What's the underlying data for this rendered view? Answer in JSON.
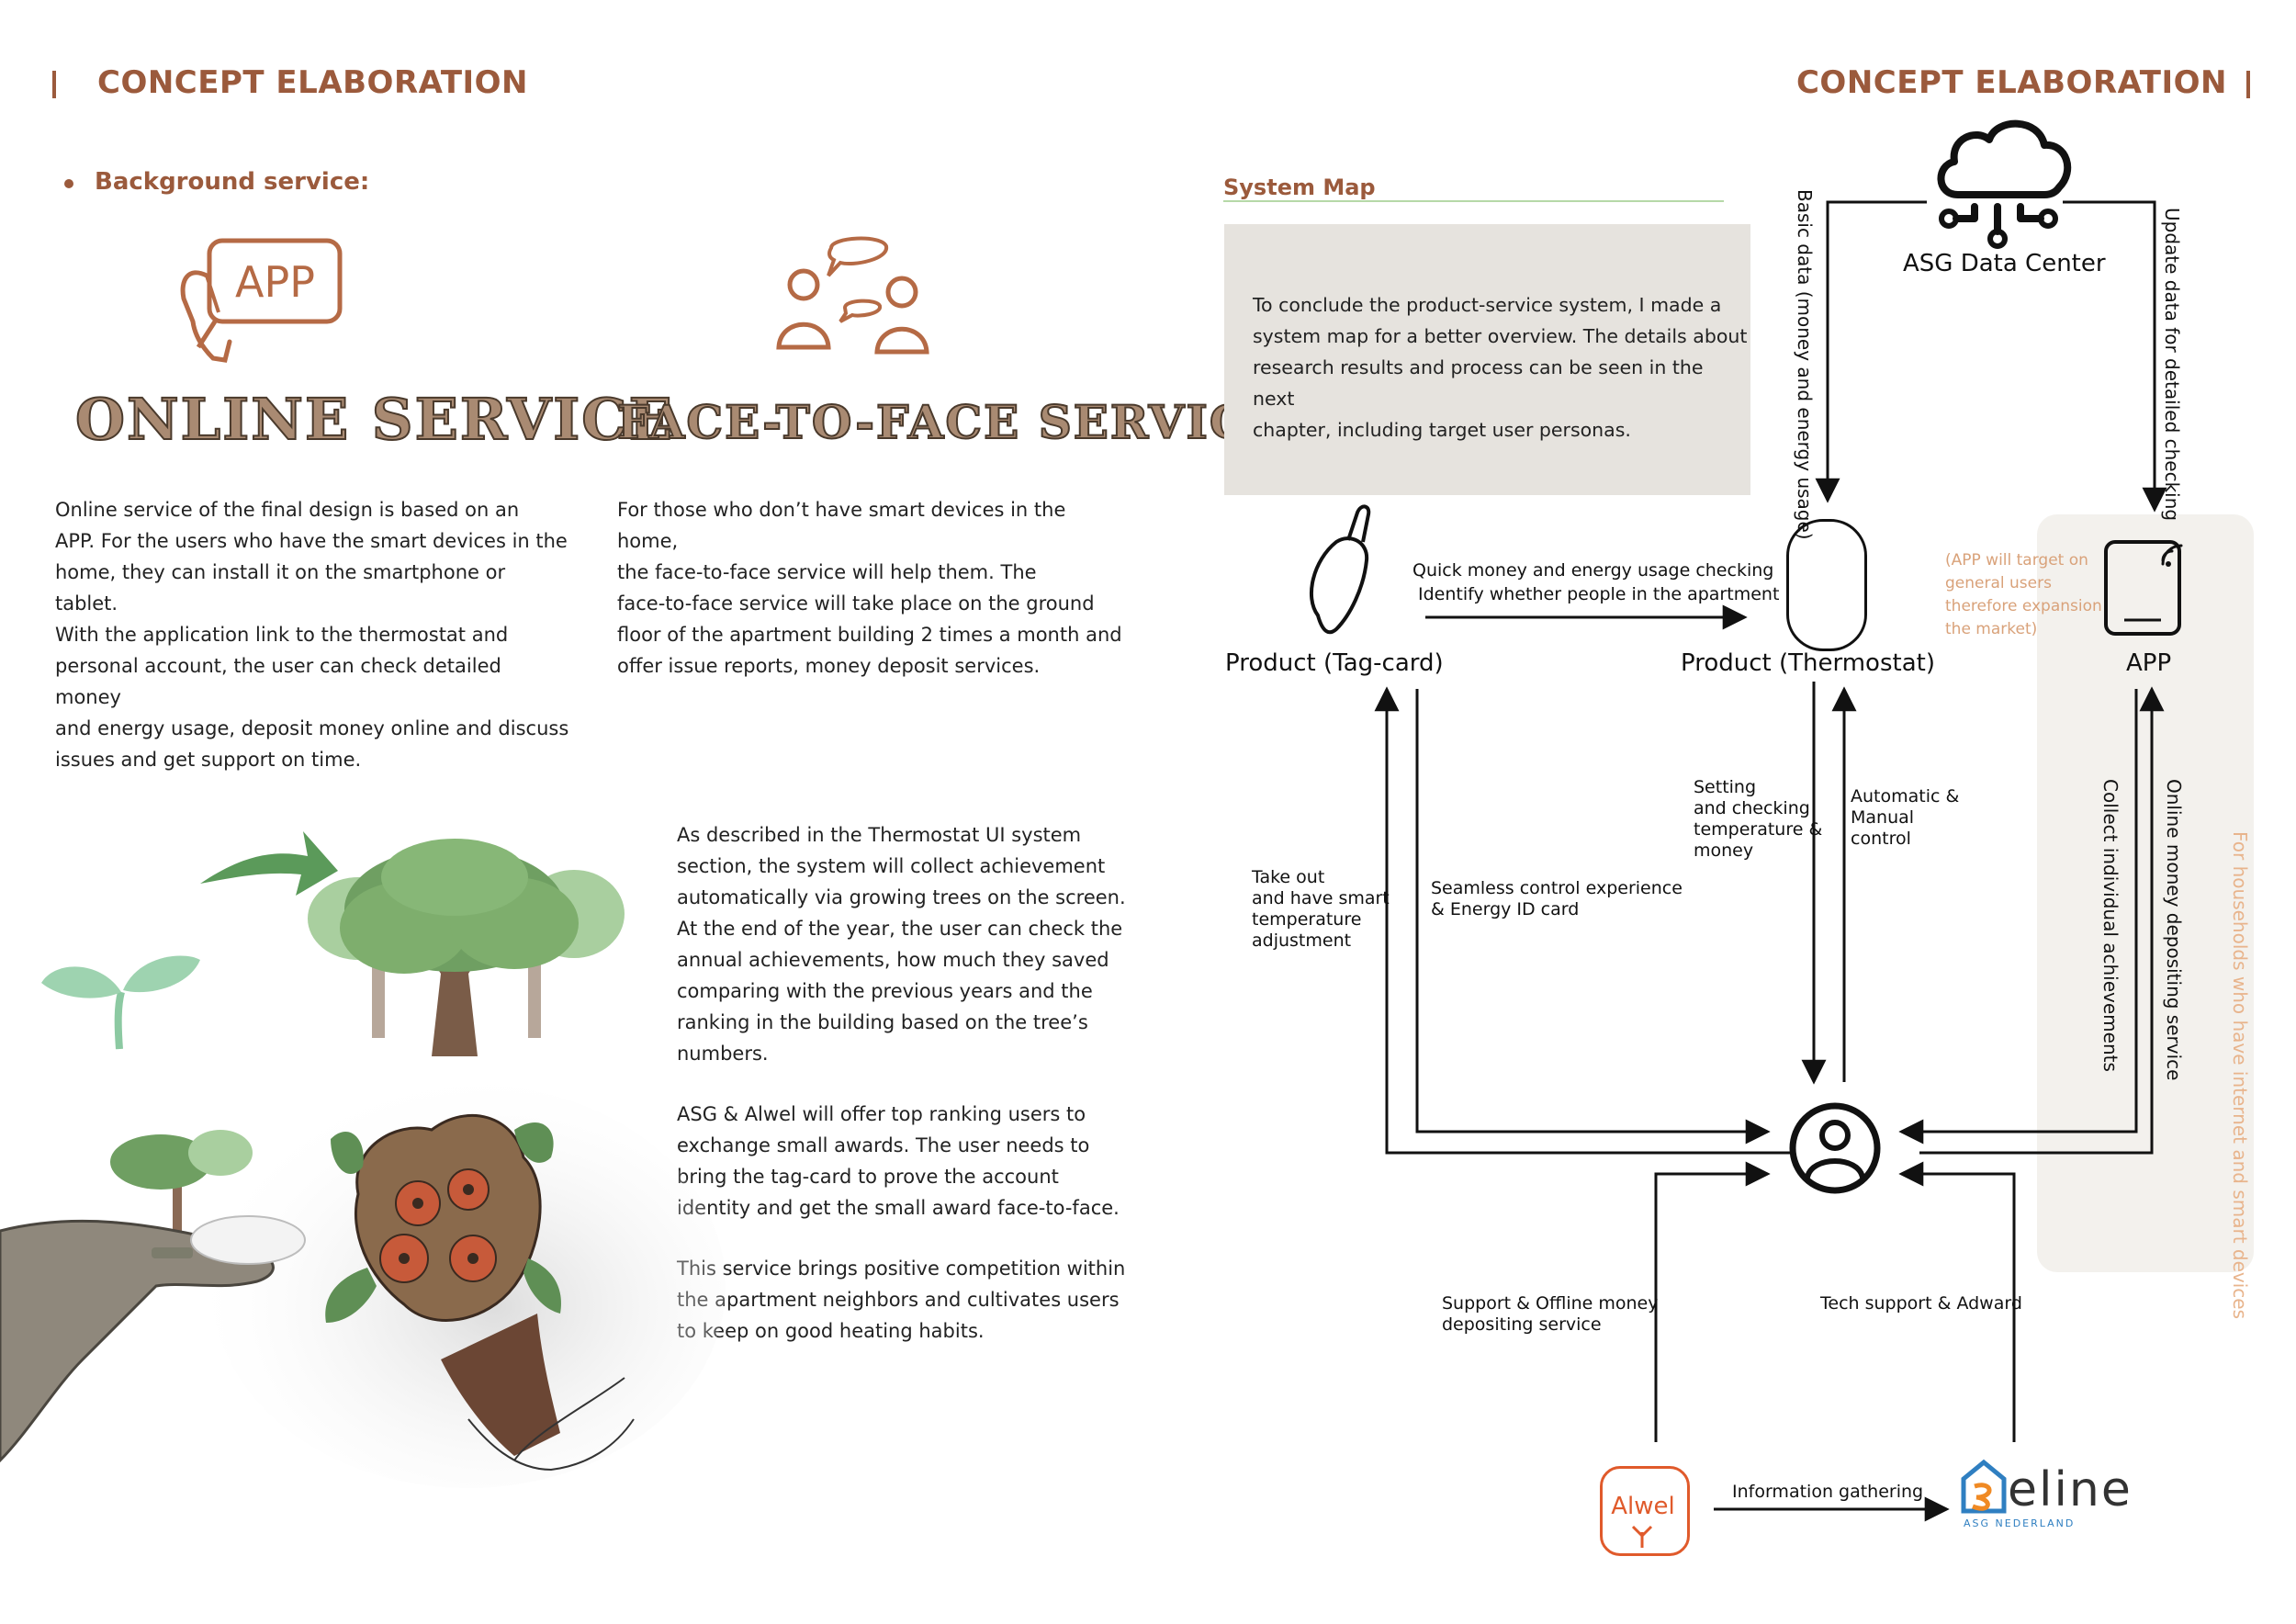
{
  "header": {
    "left_title": "CONCEPT ELABORATION",
    "right_title": "CONCEPT ELABORATION"
  },
  "left": {
    "bullet": "Background service:",
    "app_icon_text": "APP",
    "online_title": "ONLINE SERVICE",
    "online_text": [
      "Online service of the final design is based on an",
      "APP. For the users who have the smart devices in the",
      "home, they can install it on the smartphone or tablet.",
      "With the application link to the thermostat and",
      "personal account, the user can check detailed money",
      "and energy usage, deposit money online and discuss",
      "issues and get support on time."
    ],
    "face_title": "FACE-TO-FACE SERVICE",
    "face_text": [
      "For those who don’t have smart devices in the home,",
      "the face-to-face service will help them. The",
      "face-to-face service will take place on the ground",
      "floor of the apartment building 2 times a month and",
      "offer issue reports, money deposit services."
    ],
    "achieve_text": [
      "As described in the Thermostat UI system",
      "section, the system will collect achievement",
      "automatically via growing trees on the screen.",
      "At the end of the year, the user can check the",
      "annual achievements, how much they saved",
      "comparing with the previous years and the",
      "ranking in the building based on the tree’s",
      "numbers."
    ],
    "award_text": [
      "ASG & Alwel will offer top ranking users to",
      "exchange small awards. The user needs to",
      "bring the tag-card to prove the account",
      "identity and get the small award face-to-face."
    ],
    "competition_text": [
      "This service brings positive competition within",
      "the apartment neighbors and cultivates users",
      "to keep on good heating habits."
    ]
  },
  "right": {
    "system_map_title": "System Map",
    "intro_text": [
      "To conclude the product-service system, I made a",
      "system map for a better overview. The details about",
      "research results and process can be seen in the next",
      "chapter, including target user personas."
    ],
    "nodes": {
      "data_center": "ASG Data Center",
      "tag_card": "Product (Tag-card)",
      "thermostat": "Product (Thermostat)",
      "app": "APP",
      "alwel": "Alwel",
      "eline": "eline",
      "eline_sub": "ASG NEDERLAND"
    },
    "labels": {
      "basic_data": "Basic data (money and energy usage)",
      "update_data": "Update data for detailed checking",
      "quick_check_1": "Quick money and energy usage checking",
      "quick_check_2": "Identify whether people in the apartment",
      "app_target": [
        "(APP will target on",
        "general users",
        "therefore expansion",
        "the market)"
      ],
      "take_out": [
        "Take out",
        "and have smart",
        "temperature",
        "adjustment"
      ],
      "seamless": [
        "Seamless control experience",
        "& Energy ID card"
      ],
      "setting": [
        "Setting",
        "and checking",
        "temperature &",
        "money"
      ],
      "automatic": [
        "Automatic &",
        "Manual",
        "control"
      ],
      "collect": "Collect individual achievements",
      "online_deposit": "Online money depositing service",
      "households": "For households who have internet and smart devices",
      "support_offline": [
        "Support & Offline money",
        "depositing service"
      ],
      "tech_support": "Tech support & Adward",
      "info_gathering": "Information gathering"
    },
    "colors": {
      "accent": "#9b5a3c",
      "alwel_red": "#e05a2b",
      "eline_blue": "#2f7fc1",
      "eline_orange": "#f08a24",
      "panel": "#f3f1ed",
      "gray_box": "#e6e3de"
    }
  }
}
